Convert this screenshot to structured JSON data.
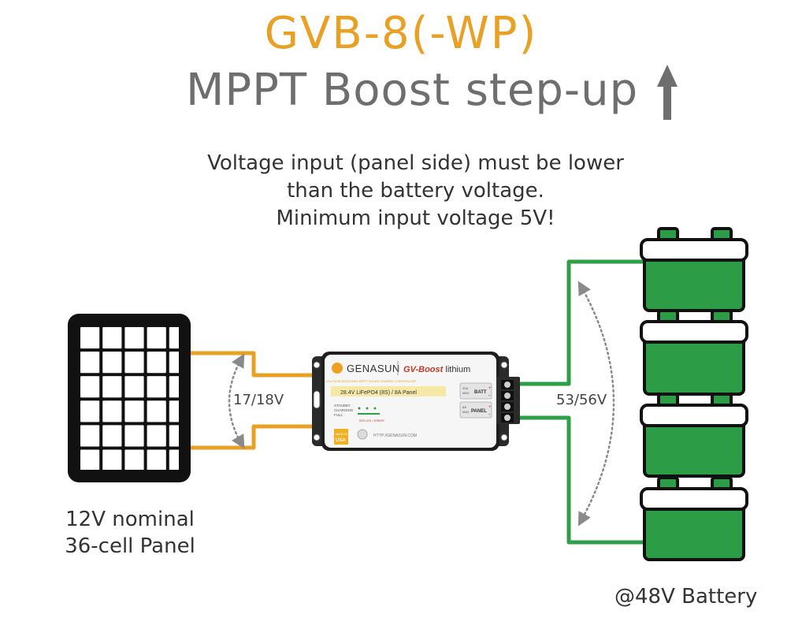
{
  "title": {
    "model": "GVB-8(-WP)",
    "subtitle": "MPPT Boost step-up"
  },
  "note": {
    "line1": "Voltage input (panel side) must be lower",
    "line2": "than the battery voltage.",
    "line3": "Minimum input voltage 5V!"
  },
  "panel": {
    "caption_line1": "12V nominal",
    "caption_line2": "36-cell Panel"
  },
  "voltages": {
    "input": "17/18V",
    "output": "53/56V"
  },
  "battery": {
    "caption": "@48V Battery"
  },
  "controller": {
    "brand": "GENASUN",
    "product_bold": "GV-Boost",
    "product_suffix": " lithium",
    "tagline": "VOLTAGE BOOSTING MPPT SOLAR CHARGE CONTROLLER",
    "spec": "28.4V LiFePO4 (8S) / 8A Panel",
    "status_standby": "STANDBY",
    "status_charging": "CHARGING",
    "status_full": "FULL",
    "error_label": "RED LED = ERROR",
    "made_in_1": "MADE IN",
    "made_in_2": "USA",
    "url": "HTTP://GENASUN.COM",
    "batt_label": "BATT",
    "panel_label": "PANEL",
    "batt_rating_1": "20A",
    "batt_rating_2": "MAX",
    "panel_rating_1": "8A",
    "panel_rating_2": "MAX",
    "plus_sign": "+",
    "minus_sign": "-"
  },
  "colors": {
    "title_accent": "#e8a025",
    "panel_wire": "#e8a025",
    "battery_wire": "#2e9e47",
    "battery_body": "#2d9c46",
    "arrow_gray": "#6e6e6e"
  }
}
